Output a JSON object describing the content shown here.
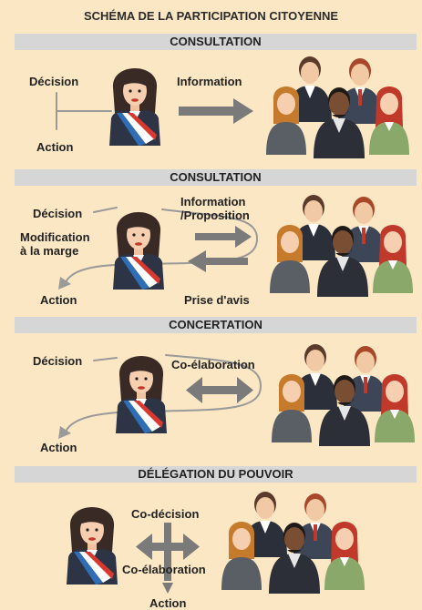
{
  "title": "SCHÉMA DE LA PARTICIPATION CITOYENNE",
  "sections": [
    {
      "header": "CONSULTATION",
      "labels": {
        "decision": "Décision",
        "action": "Action",
        "information": "Information"
      }
    },
    {
      "header": "CONSULTATION",
      "labels": {
        "decision": "Décision",
        "modification": "Modification\nà la marge",
        "action": "Action",
        "information": "Information\n/Proposition",
        "avis": "Prise d'avis"
      }
    },
    {
      "header": "CONCERTATION",
      "labels": {
        "decision": "Décision",
        "action": "Action",
        "coelaboration": "Co-élaboration"
      }
    },
    {
      "header": "DÉLÉGATION DU POUVOIR",
      "labels": {
        "codecision": "Co-décision",
        "coelaboration": "Co-élaboration",
        "action": "Action"
      }
    }
  ],
  "colors": {
    "background": "#fbe7c4",
    "band": "#d6d6d6",
    "arrow": "#7a7a7a",
    "line": "#9a9a9a",
    "blazer": "#2c3446",
    "sash_blue": "#2f6db5",
    "sash_red": "#d9382f"
  }
}
